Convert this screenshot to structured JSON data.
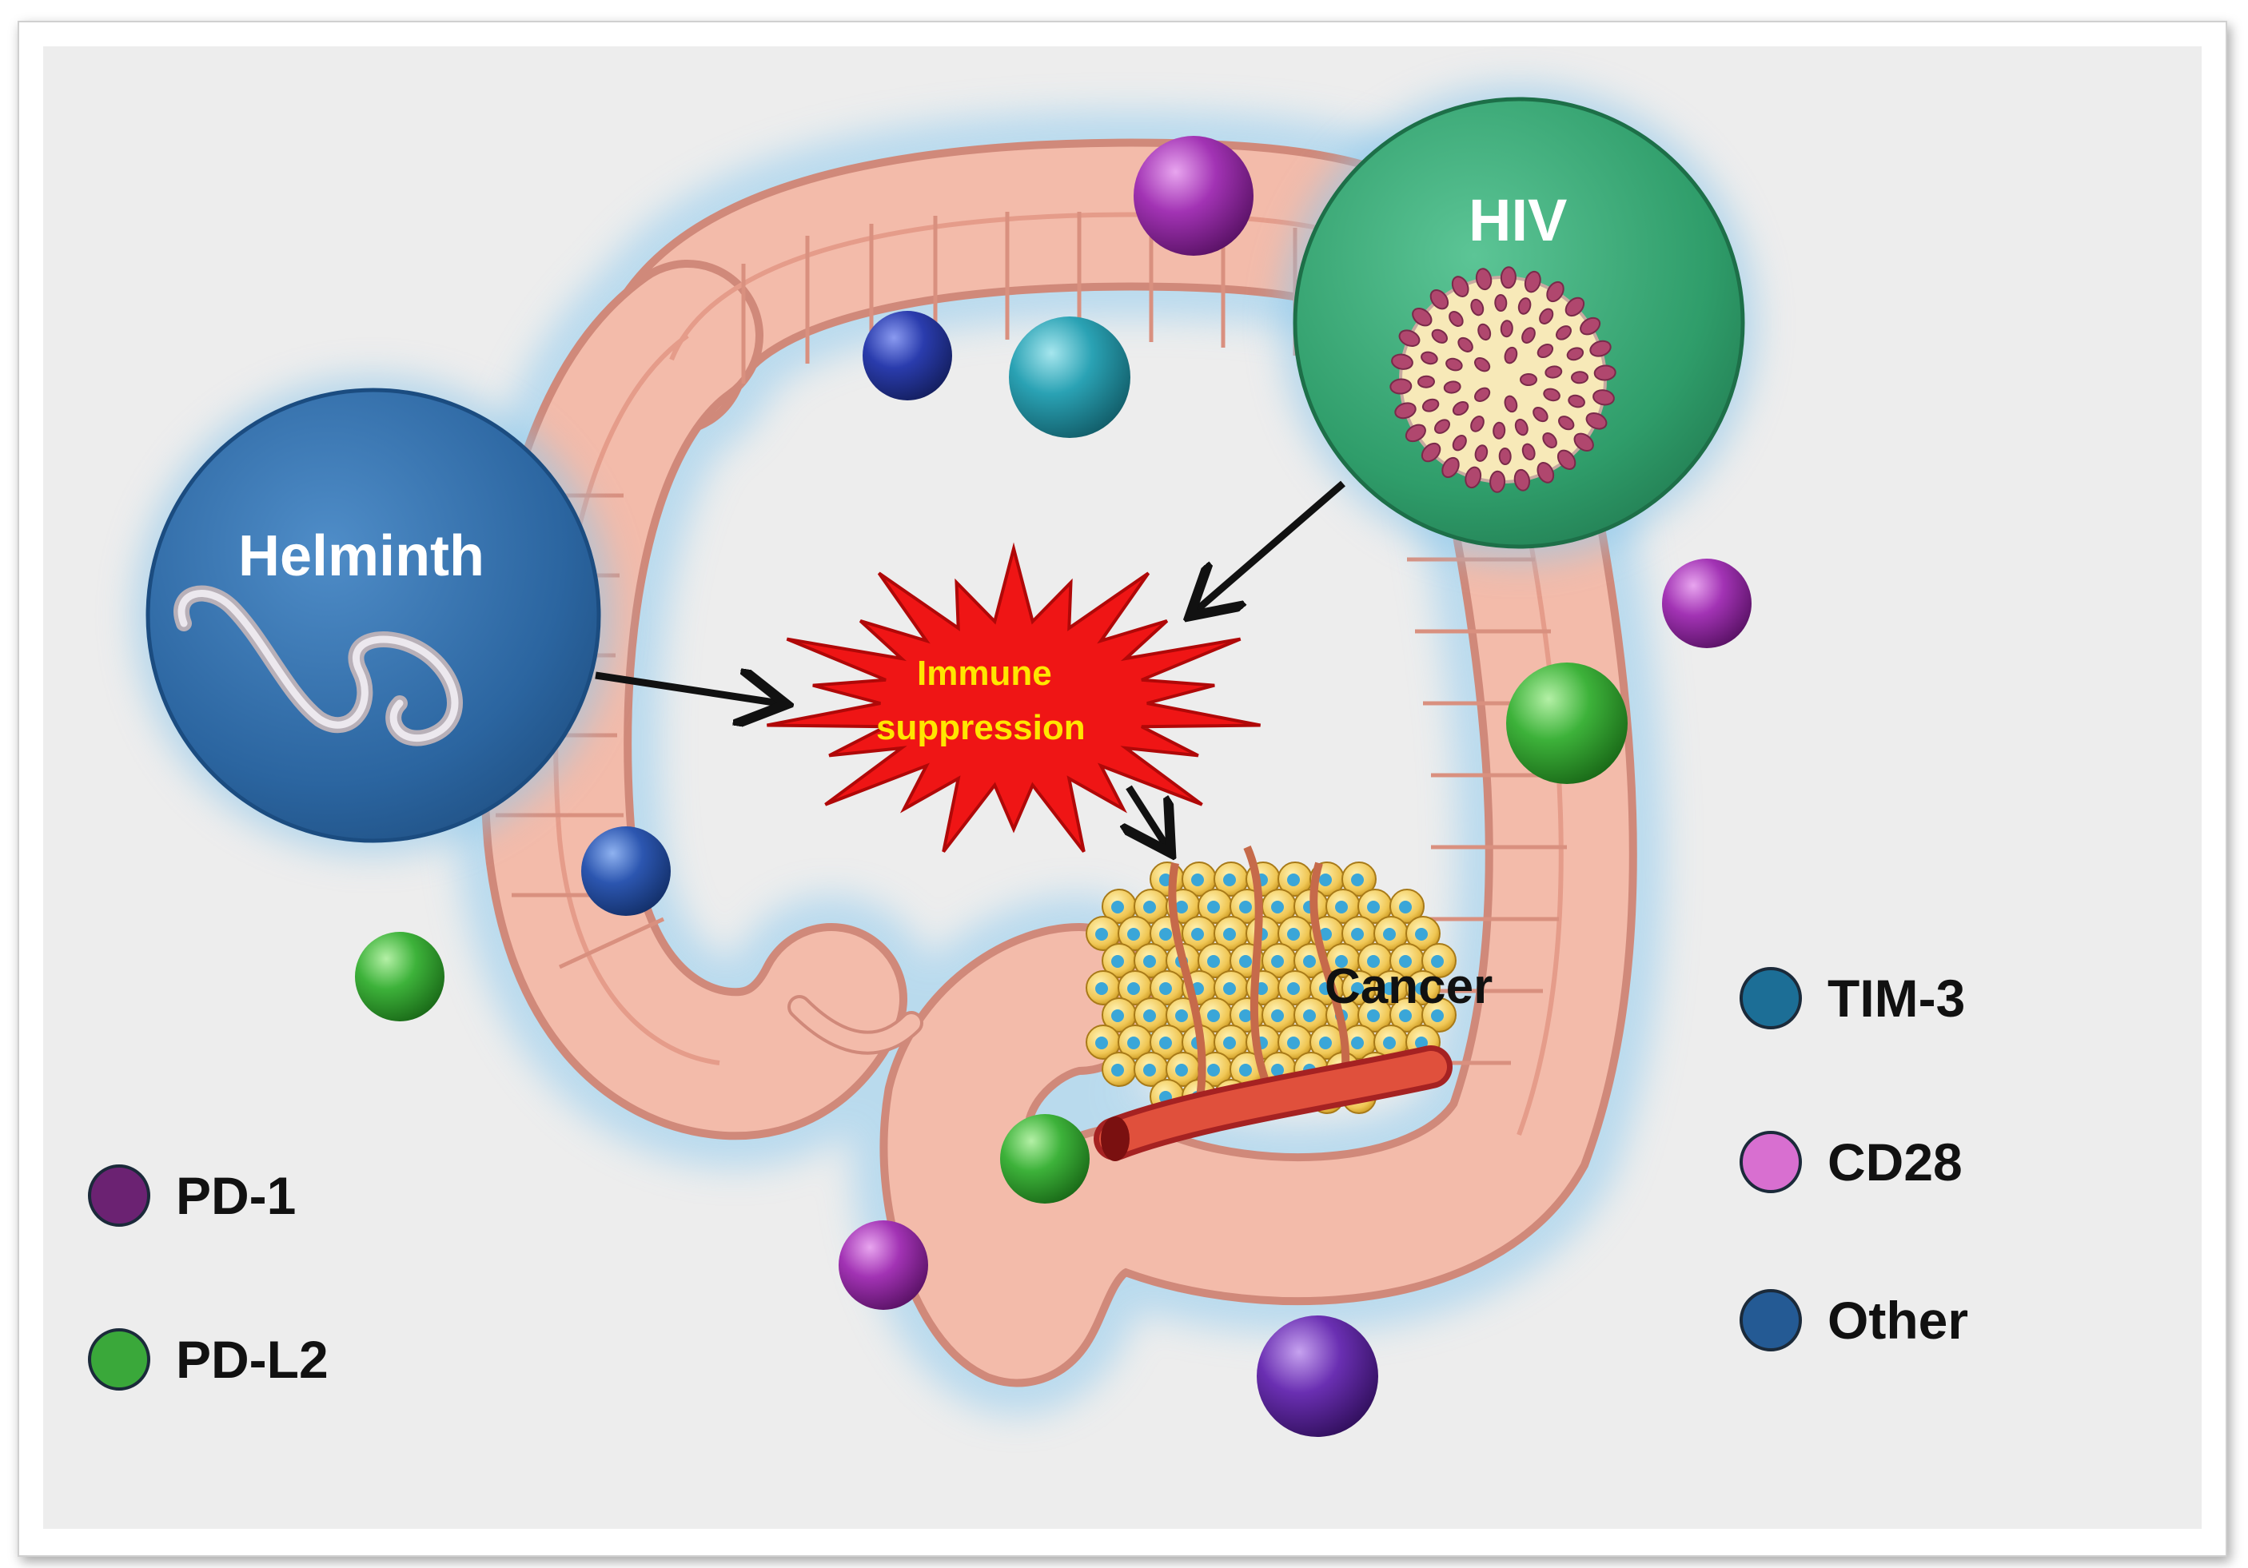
{
  "nodes": {
    "helminth": "Helminth",
    "hiv": "HIV",
    "immune": [
      "Immune",
      "suppression"
    ],
    "cancer": "Cancer"
  },
  "legend": {
    "left": [
      {
        "label": "PD-1",
        "color": "#6b2272"
      },
      {
        "label": "PD-L2",
        "color": "#3aa83a"
      }
    ],
    "right": [
      {
        "label": "TIM-3",
        "color": "#1c6e96"
      },
      {
        "label": "CD28",
        "color": "#d86fd0"
      },
      {
        "label": "Other",
        "color": "#245a94"
      }
    ]
  },
  "colors": {
    "background": "#ededed",
    "intestine": "#f2b8a8",
    "helminth_circle": "#2c6aa5",
    "hiv_circle": "#2e9e6a",
    "burst": "#f01818",
    "burst_text": "#ffe600"
  }
}
